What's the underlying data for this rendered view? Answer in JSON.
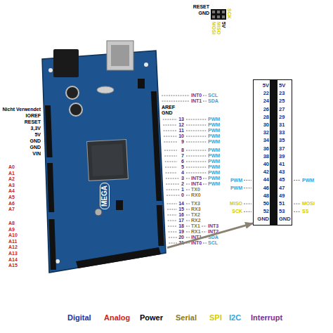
{
  "diagram": {
    "nodes": [
      {
        "text": [
          "MEGA"
        ]
      },
      {
        "text": [
          "5V 22 24 26 28 30 32 34 36 38 40 42 44 46 48 50 52 GND",
          "5V 23 25 27 29 31 33 35 37 39 41 43 45 47 49 51 53 GND"
        ]
      }
    ],
    "edges": [
      {
        "from": 0,
        "to": 1,
        "arrow": "to"
      }
    ],
    "labels": [
      "Nicht Verwendet",
      "IOREF",
      "RESET",
      "3,3V",
      "5V",
      "GND",
      "GND",
      "VIN",
      "A0",
      "A1",
      "A2",
      "A3",
      "A4",
      "A5",
      "A6",
      "A7",
      "A8",
      "A9",
      "A10",
      "A11",
      "A12",
      "A13",
      "A14",
      "A15",
      "INT0",
      "SCL",
      "INT1",
      "SDA",
      "AREF",
      "GND",
      "13",
      "PWM",
      "12",
      "PWM",
      "11",
      "PWM",
      "10",
      "PWM",
      "9",
      "PWM",
      "8",
      "PWM",
      "7",
      "PWM",
      "6",
      "PWM",
      "5",
      "PWM",
      "4",
      "PWM",
      "3",
      "INT5",
      "PWM",
      "2",
      "INT4",
      "PWM",
      "1",
      "TX0",
      "0",
      "RX0",
      "14",
      "TX3",
      "15",
      "RX3",
      "16",
      "TX2",
      "17",
      "RX2",
      "18",
      "TX1",
      "INT3",
      "19",
      "RX1",
      "INT2",
      "20",
      "INT1",
      "SDA",
      "21",
      "INT0",
      "SCL",
      "RESET",
      "GND",
      "SCK",
      "MOSI",
      "MISO",
      "5V",
      "PWM",
      "PWM",
      "MISO",
      "SCK",
      "PWM",
      "MOSI",
      "SS"
    ],
    "legend": [
      {
        "text": "Digital",
        "color": "#1f2fa0"
      },
      {
        "text": "Analog",
        "color": "#d42020"
      },
      {
        "text": "Power",
        "color": "#000000"
      },
      {
        "text": "Serial",
        "color": "#8a7a1e"
      },
      {
        "text": "SPI",
        "color": "#d4cc00"
      },
      {
        "text": "I2C",
        "color": "#2fa6de"
      },
      {
        "text": "Interrupt",
        "color": "#7b2d8e"
      }
    ]
  }
}
